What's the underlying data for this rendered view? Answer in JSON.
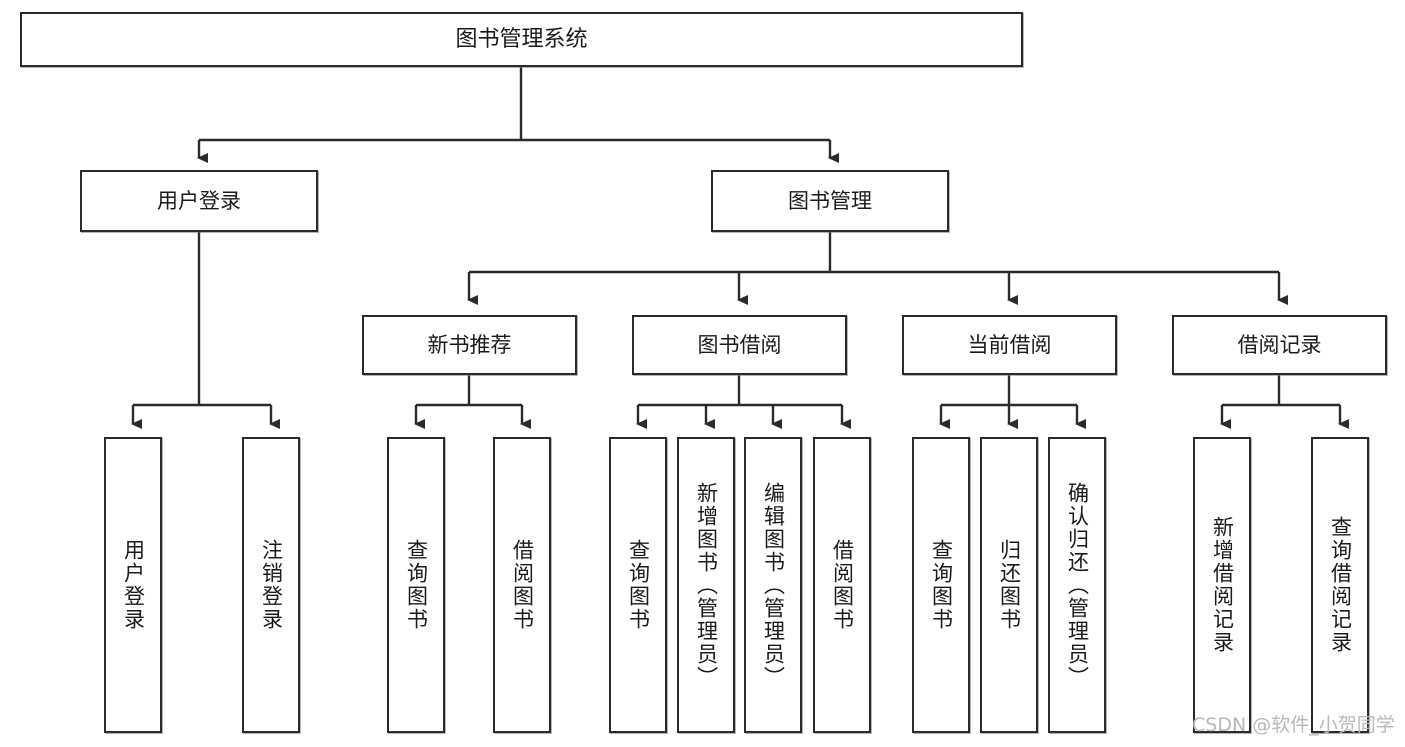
{
  "diagram": {
    "title": "图书管理系统",
    "type": "tree",
    "watermark": "CSDN @软件_小贺同学",
    "colors": {
      "box_border": "#2b2b2b",
      "box_fill": "#ffffff",
      "connector": "#2b2b2b",
      "text": "#1b1b1b",
      "watermark": "#b9b9b9"
    },
    "root": {
      "label": "图书管理系统"
    },
    "level2": [
      {
        "label": "用户登录"
      },
      {
        "label": "图书管理"
      }
    ],
    "level3": [
      {
        "label": "新书推荐"
      },
      {
        "label": "图书借阅"
      },
      {
        "label": "当前借阅"
      },
      {
        "label": "借阅记录"
      }
    ],
    "leaves": {
      "user_login": [
        {
          "label": "用户登录"
        },
        {
          "label": "注销登录"
        }
      ],
      "new_book_recommend": [
        {
          "label": "查询图书"
        },
        {
          "label": "借阅图书"
        }
      ],
      "book_borrow": [
        {
          "label": "查询图书"
        },
        {
          "label": "新增图书（管理员）"
        },
        {
          "label": "编辑图书（管理员）"
        },
        {
          "label": "借阅图书"
        }
      ],
      "current_borrow": [
        {
          "label": "查询图书"
        },
        {
          "label": "归还图书"
        },
        {
          "label": "确认归还（管理员）"
        }
      ],
      "borrow_record": [
        {
          "label": "新增借阅记录"
        },
        {
          "label": "查询借阅记录"
        }
      ]
    }
  }
}
